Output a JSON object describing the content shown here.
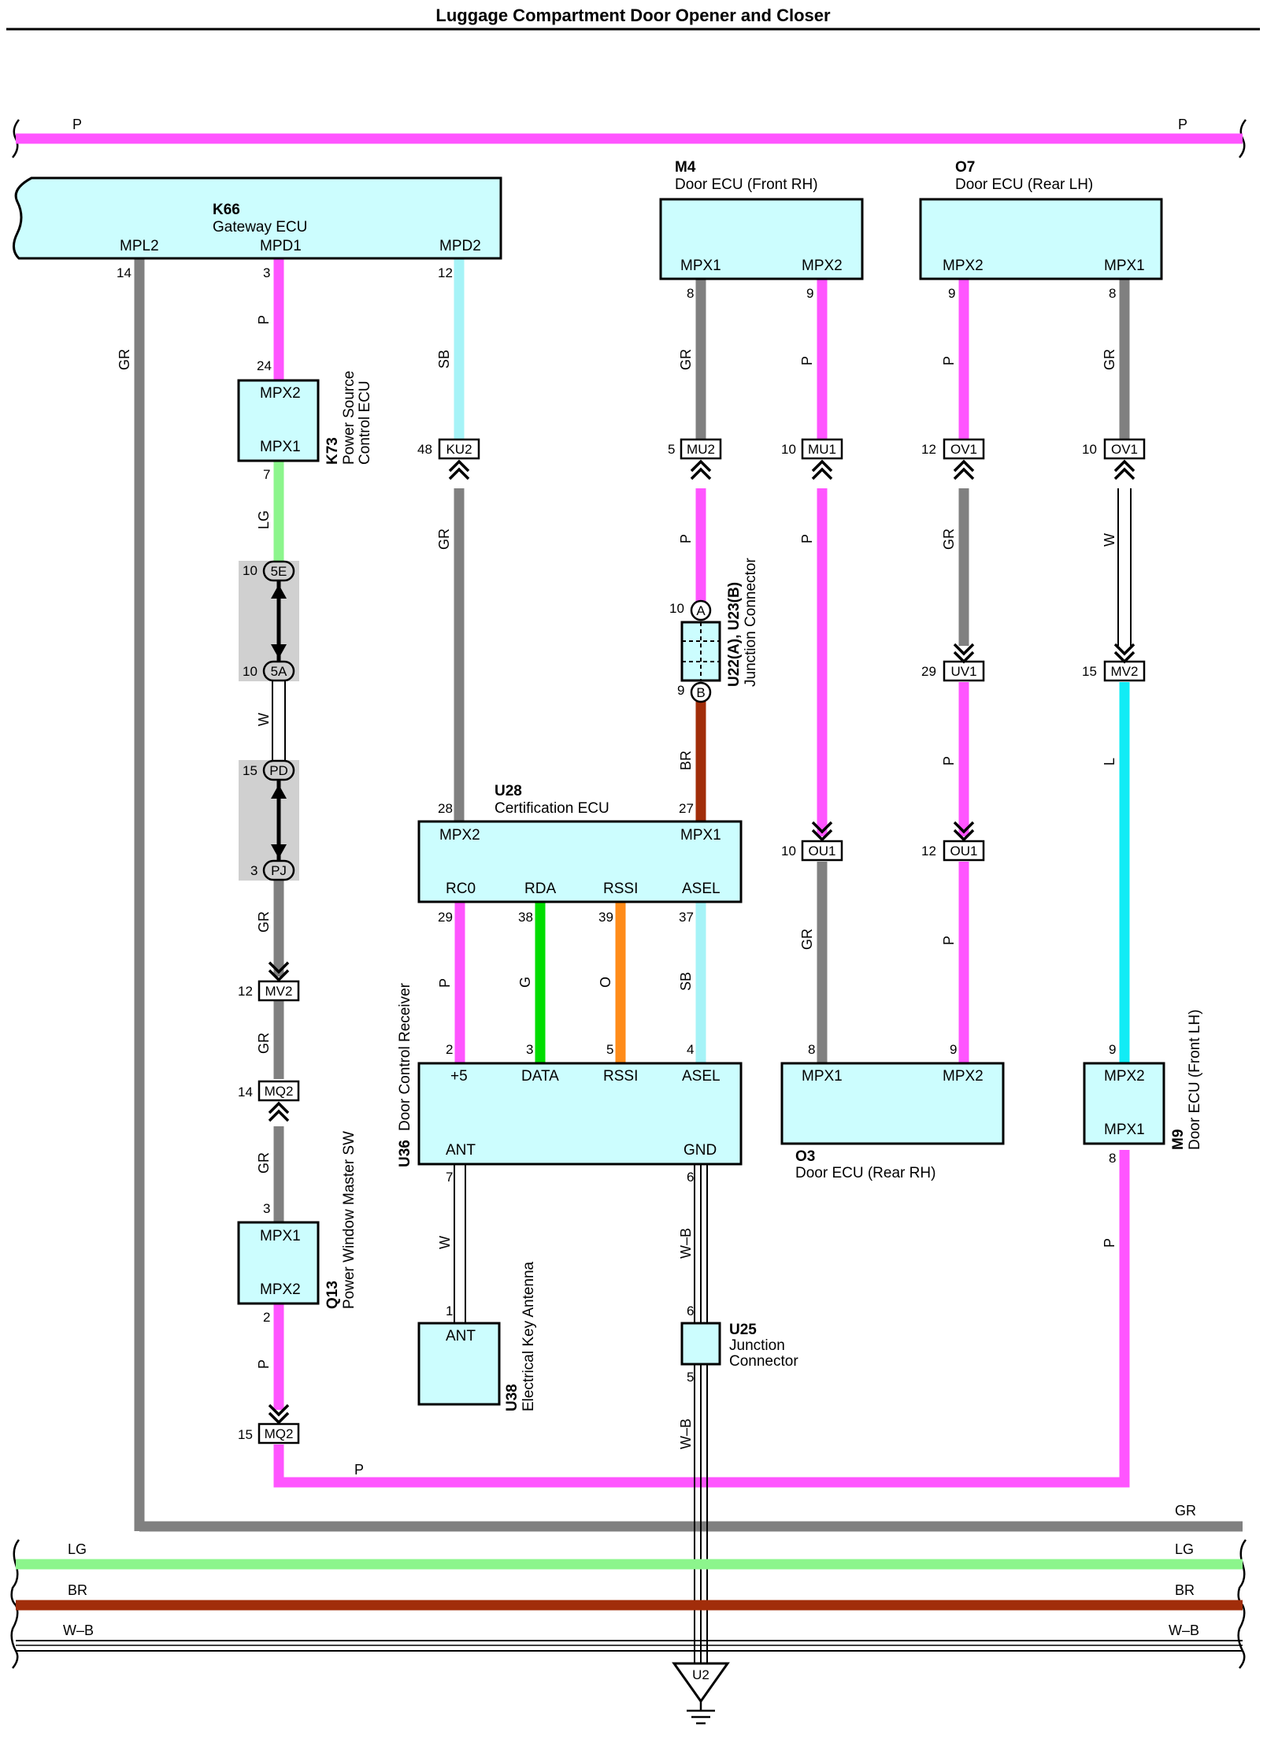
{
  "title": "Luggage Compartment Door Opener and Closer",
  "colors": {
    "P": "#ff55ff",
    "GR": "#808080",
    "SB": "#a6f3f7",
    "LG": "#8cf58c",
    "W": "#ffffff",
    "BR": "#a12d0a",
    "G": "#00dd00",
    "O": "#ff8c1a",
    "L": "#11ecf5",
    "ecu_fill": "#ccfdfe",
    "splice_fill": "#d0d0d0"
  },
  "buses": {
    "top_p": "P",
    "gr": "GR",
    "lg": "LG",
    "br": "BR",
    "wb": "W–B"
  },
  "ecus": {
    "k66": {
      "code": "K66",
      "name": "Gateway ECU",
      "pins": [
        "MPL2",
        "MPD1",
        "MPD2"
      ]
    },
    "m4": {
      "code": "M4",
      "name": "Door ECU (Front RH)",
      "pins": [
        "MPX1",
        "MPX2"
      ]
    },
    "o7": {
      "code": "O7",
      "name": "Door ECU (Rear LH)",
      "pins": [
        "MPX2",
        "MPX1"
      ]
    },
    "k73": {
      "code": "K73",
      "name1": "Power Source",
      "name2": "Control ECU",
      "pins": [
        "MPX2",
        "MPX1"
      ]
    },
    "u28": {
      "code": "U28",
      "name": "Certification ECU",
      "pins": [
        "MPX2",
        "MPX1",
        "RC0",
        "RDA",
        "RSSI",
        "ASEL"
      ]
    },
    "u36": {
      "code": "U36",
      "name": "Door Control Receiver",
      "pins": [
        "+5",
        "DATA",
        "RSSI",
        "ASEL",
        "ANT",
        "GND"
      ]
    },
    "o3": {
      "code": "O3",
      "name": "Door ECU (Rear RH)",
      "pins": [
        "MPX1",
        "MPX2"
      ]
    },
    "m9": {
      "code": "M9",
      "name": "Door ECU (Front LH)",
      "pins": [
        "MPX2",
        "MPX1"
      ]
    },
    "q13": {
      "code": "Q13",
      "name": "Power Window Master SW",
      "pins": [
        "MPX1",
        "MPX2"
      ]
    },
    "u38": {
      "code": "U38",
      "name": "Electrical Key Antenna",
      "pins": [
        "ANT"
      ]
    },
    "u22": {
      "code": "U22(A), U23(B)",
      "name": "Junction Connector"
    },
    "u25": {
      "code": "U25",
      "name1": "Junction",
      "name2": "Connector"
    }
  },
  "connectors": {
    "ku2": "KU2",
    "mu2": "MU2",
    "mu1": "MU1",
    "ov1a": "OV1",
    "ov1b": "OV1",
    "uv1": "UV1",
    "mv2a": "MV2",
    "ou1a": "OU1",
    "ou1b": "OU1",
    "mv2b": "MV2",
    "mq2a": "MQ2",
    "mq2b": "MQ2",
    "s5e": "5E",
    "s5a": "5A",
    "spd": "PD",
    "spj": "PJ",
    "ja": "A",
    "jb": "B",
    "gnd": "U2"
  },
  "pins": {
    "k66_mpl2": "14",
    "k66_mpd1": "3",
    "k66_mpd2": "12",
    "m4_mpx1": "8",
    "m4_mpx2": "9",
    "o7_mpx2": "9",
    "o7_mpx1": "8",
    "k73_mpx2": "24",
    "k73_mpx1": "7",
    "ku2": "48",
    "mu2": "5",
    "mu1": "10",
    "ov1a": "12",
    "ov1b": "10",
    "s5e": "10",
    "s5a": "10",
    "spd": "15",
    "spj": "3",
    "ja": "10",
    "jb": "9",
    "uv1": "29",
    "mv2a": "15",
    "u28_mpx2": "28",
    "u28_mpx1": "27",
    "ou1a": "10",
    "ou1b": "12",
    "u28_rc0": "29",
    "u28_rda": "38",
    "u28_rssi": "39",
    "u28_asel": "37",
    "mv2b": "12",
    "u36_p5": "2",
    "u36_data": "3",
    "u36_rssi": "5",
    "u36_asel": "4",
    "o3_mpx1": "8",
    "o3_mpx2": "9",
    "m9_mpx2": "9",
    "m9_mpx1": "8",
    "mq2a": "14",
    "u36_ant": "7",
    "u36_gnd": "6",
    "q13_mpx1": "3",
    "q13_mpx2": "2",
    "u38_ant": "1",
    "u25_in": "6",
    "u25_out": "5",
    "mq2b": "15"
  },
  "wire_labels": {
    "k66_mpl2": "GR",
    "k66_mpd1": "P",
    "k66_mpd2": "SB",
    "m4_mpx1": "GR",
    "m4_mpx2": "P",
    "o7_mpx2": "P",
    "o7_mpx1": "GR",
    "k73_lg": "LG",
    "ku2_gr": "GR",
    "mu2_p": "P",
    "mu1_p": "P",
    "ov1a_gr": "GR",
    "ov1b_w": "W",
    "splice_w": "W",
    "jb_br": "BR",
    "uv1_p": "P",
    "mv2a_l": "L",
    "spj_gr": "GR",
    "rc0_p": "P",
    "rda_g": "G",
    "rssi_o": "O",
    "asel_sb": "SB",
    "ou1a_gr": "GR",
    "ou1b_p": "P",
    "mv2b_gr": "GR",
    "mq2a_gr": "GR",
    "ant_w": "W",
    "gnd_wb1": "W–B",
    "m9_p": "P",
    "q13_p": "P",
    "gnd_wb2": "W–B",
    "bottom_p": "P"
  }
}
